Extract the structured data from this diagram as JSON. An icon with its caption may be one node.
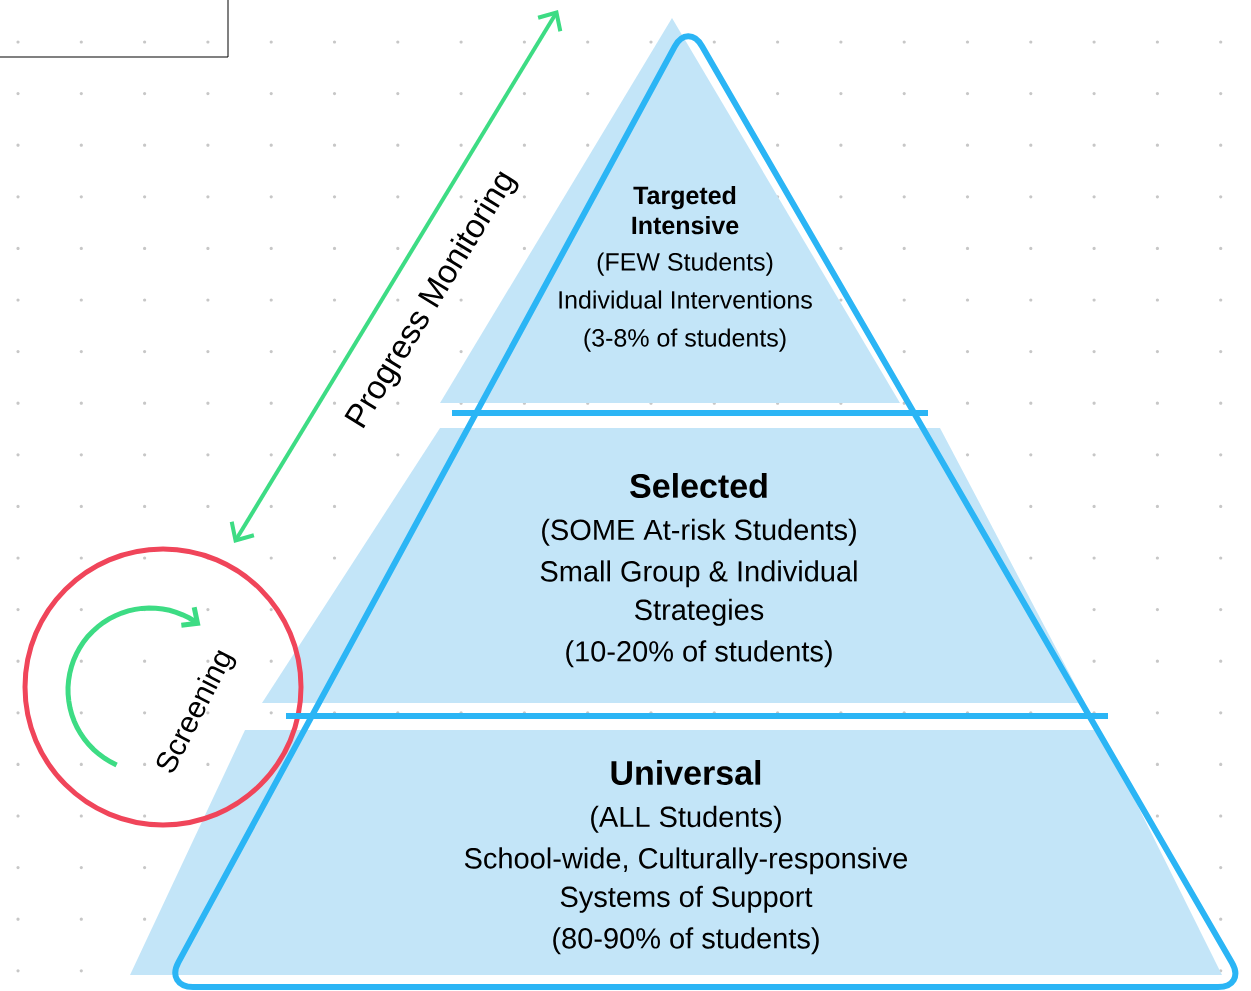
{
  "diagram": {
    "nodes": [
      {
        "text": [],
        "shape": "box"
      },
      {
        "text": [
          "Targeted Intensive",
          "(FEW Students)",
          "Individual Interventions",
          "(3-8% of students)"
        ]
      },
      {
        "text": [
          "Selected",
          "(SOME At-risk Students)",
          "Small Group & Individual Strategies",
          "(10-20% of students)"
        ]
      },
      {
        "text": [
          "Universal",
          "(ALL Students)",
          "School-wide, Culturally-responsive Systems of Support",
          "(80-90% of students)"
        ]
      },
      {
        "text": [
          "Screening"
        ]
      }
    ],
    "labels": [
      "Progress Monitoring"
    ]
  }
}
